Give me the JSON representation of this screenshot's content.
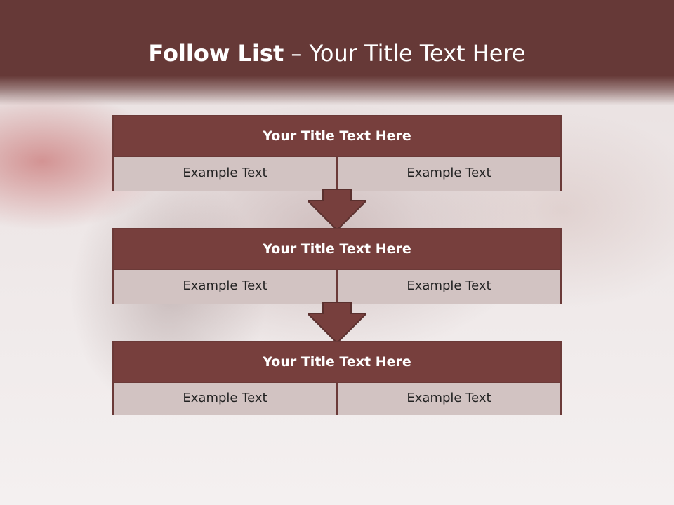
{
  "slide": {
    "title_bold": "Follow List",
    "title_rest": "– Your Title Text Here"
  },
  "cards": [
    {
      "title": "Your Title Text Here",
      "left": "Example Text",
      "right": "Example Text"
    },
    {
      "title": "Your Title Text Here",
      "left": "Example Text",
      "right": "Example Text"
    },
    {
      "title": "Your Title Text Here",
      "left": "Example Text",
      "right": "Example Text"
    }
  ],
  "colors": {
    "header": "#663937",
    "card_header": "#773f3d",
    "card_body": "#d2c3c2",
    "border": "#6b3a38"
  },
  "icons": [
    "down-arrow-icon",
    "down-arrow-icon"
  ]
}
